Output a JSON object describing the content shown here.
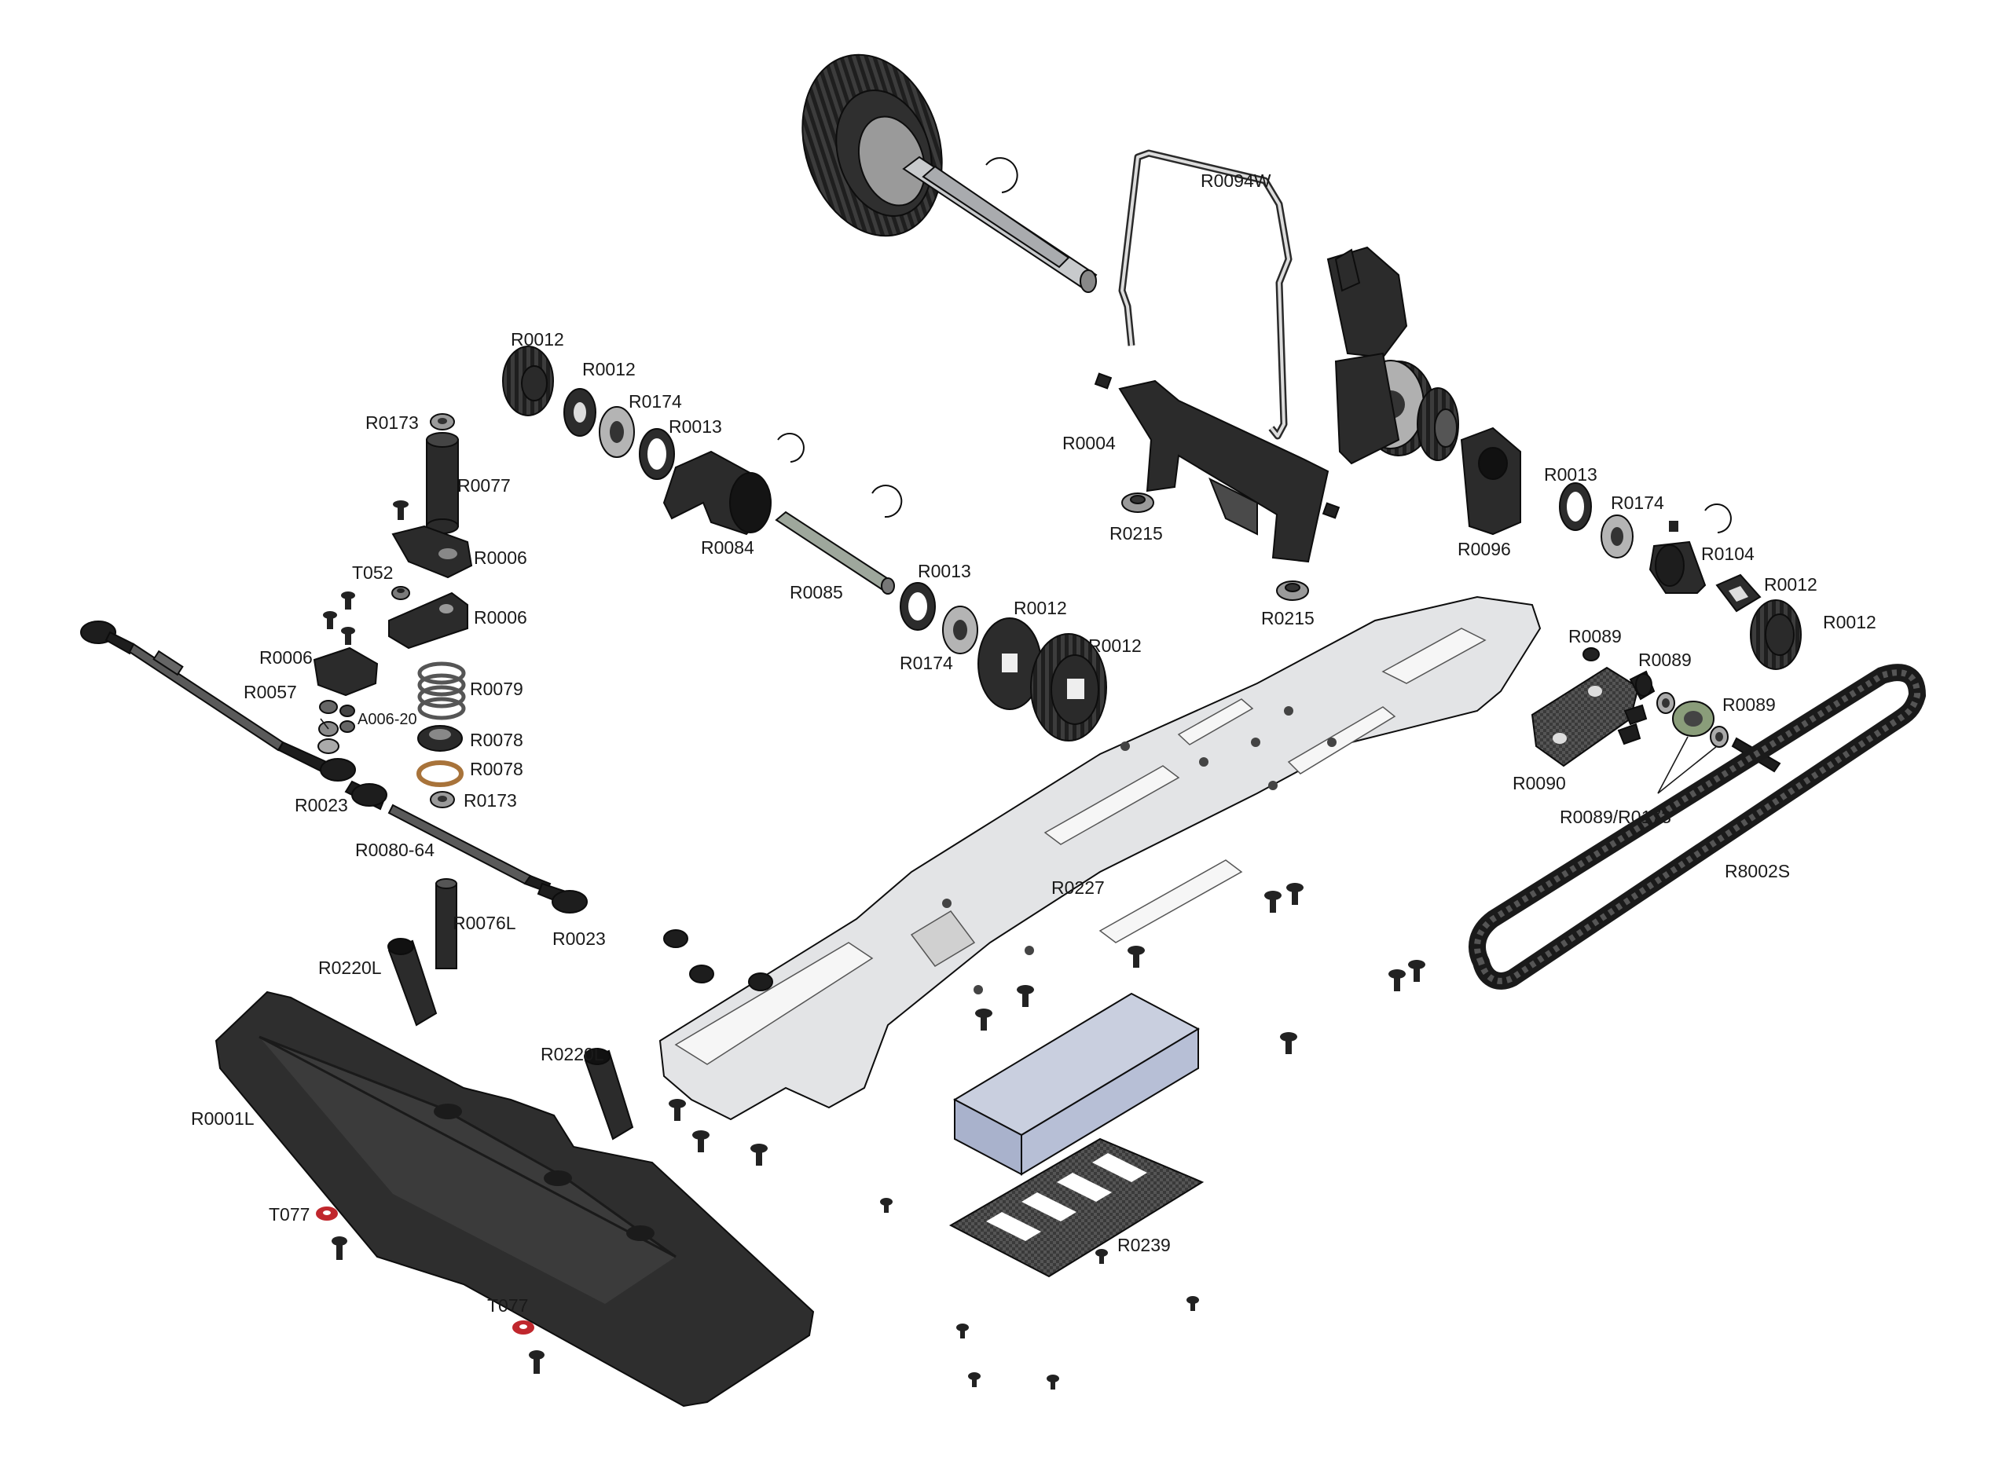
{
  "labels": {
    "r0094w": "R0094W",
    "r0012_a": "R0012",
    "r0012_b": "R0012",
    "r0174_a": "R0174",
    "r0013_a": "R0013",
    "r0173_a": "R0173",
    "r0077": "R0077",
    "r0006_a": "R0006",
    "t052": "T052",
    "r0006_b": "R0006",
    "r0006_c": "R0006",
    "r0057": "R0057",
    "a006_20": "A006-20",
    "r0079": "R0079",
    "r0078_a": "R0078",
    "r0078_b": "R0078",
    "r0173_b": "R0173",
    "r0023_a": "R0023",
    "r0080_64": "R0080-64",
    "r0076l": "R0076L",
    "r0023_b": "R0023",
    "r0220l_a": "R0220L",
    "r0084": "R0084",
    "r0085": "R0085",
    "r0013_b": "R0013",
    "r0174_b": "R0174",
    "r0012_c": "R0012",
    "r0012_d": "R0012",
    "r0004": "R0004",
    "r0215_a": "R0215",
    "r0215_b": "R0215",
    "r0096": "R0096",
    "r0013_c": "R0013",
    "r0174_c": "R0174",
    "r0104": "R0104",
    "r0012_e": "R0012",
    "r0012_f": "R0012",
    "r0089_a": "R0089",
    "r0089_b": "R0089",
    "r0089_c": "R0089",
    "r0090": "R0090",
    "r0089_r0173": "R0089/R0173",
    "r8002s": "R8002S",
    "r0227": "R0227",
    "r0220l_b": "R0220L",
    "r0001l": "R0001L",
    "t077_a": "T077",
    "t077_b": "T077",
    "r0239": "R0239"
  },
  "colors": {
    "part_dark": "#2b2b2b",
    "chassis_aluminium": "#e3e4e6",
    "battery_blue": "#a9b2cc",
    "carbon": "#3a3a3a",
    "washer_red": "#c0272d",
    "brass": "#a8733a"
  }
}
